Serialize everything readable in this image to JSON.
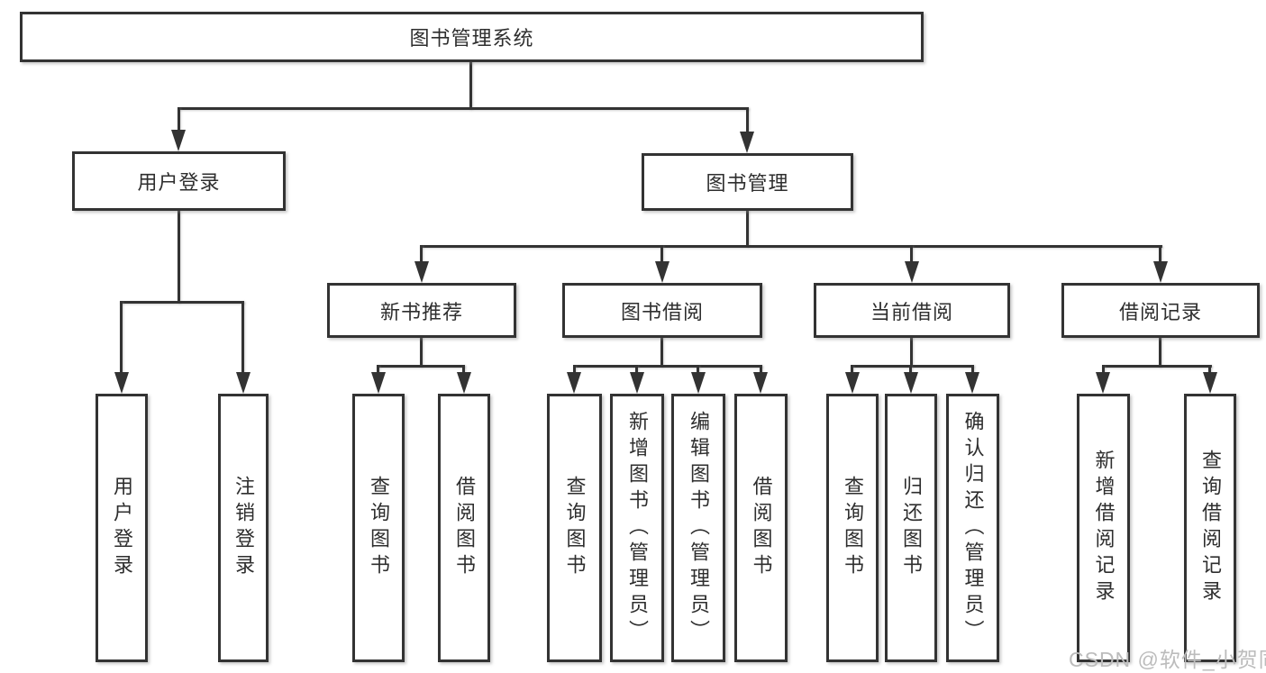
{
  "watermark": "CSDN @软件_小贺同学",
  "colors": {
    "line": "#333333",
    "box_border": "#333333",
    "text": "#2e2e2e",
    "watermark": "#bcbcbc",
    "background": "#ffffff"
  },
  "tree": {
    "root": {
      "label": "图书管理系统",
      "children": [
        {
          "label": "用户登录",
          "children": [
            {
              "label": "用户登录"
            },
            {
              "label": "注销登录"
            }
          ]
        },
        {
          "label": "图书管理",
          "children": [
            {
              "label": "新书推荐",
              "children": [
                {
                  "label": "查询图书"
                },
                {
                  "label": "借阅图书"
                }
              ]
            },
            {
              "label": "图书借阅",
              "children": [
                {
                  "label": "查询图书"
                },
                {
                  "label": "新增图书（管理员）"
                },
                {
                  "label": "编辑图书（管理员）"
                },
                {
                  "label": "借阅图书"
                }
              ]
            },
            {
              "label": "当前借阅",
              "children": [
                {
                  "label": "查询图书"
                },
                {
                  "label": "归还图书"
                },
                {
                  "label": "确认归还（管理员）"
                }
              ]
            },
            {
              "label": "借阅记录",
              "children": [
                {
                  "label": "新增借阅记录"
                },
                {
                  "label": "查询借阅记录"
                }
              ]
            }
          ]
        }
      ]
    }
  }
}
